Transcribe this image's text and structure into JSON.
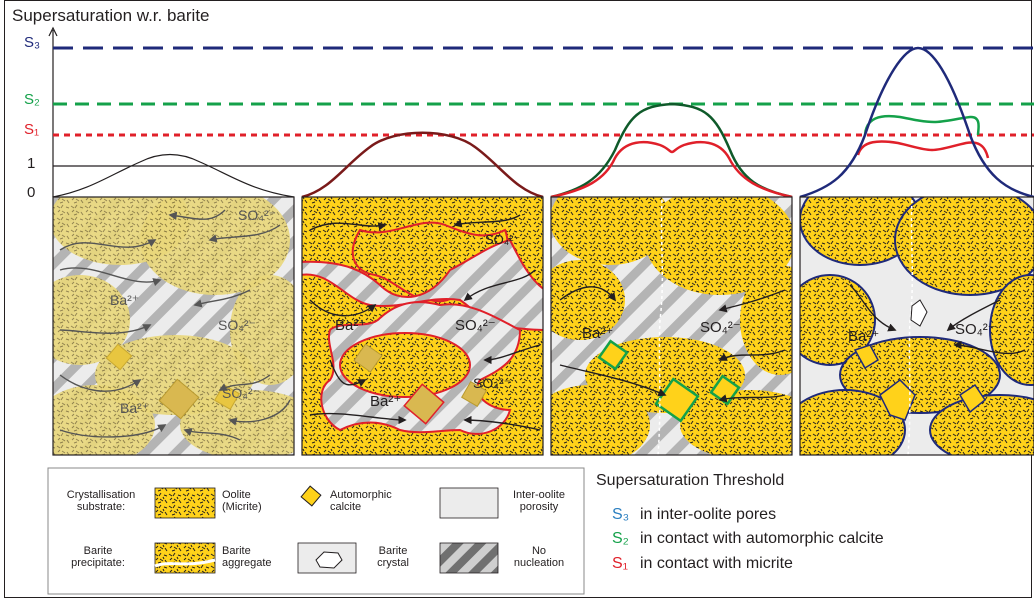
{
  "title": "Supersaturation w.r. barite",
  "axis": {
    "s3": "S₃",
    "s2": "S₂",
    "s1": "S₁",
    "one": "1",
    "zero": "0"
  },
  "ions": {
    "ba": "Ba²⁺",
    "so4": "SO₄²⁻"
  },
  "legend": {
    "crystallisation_substrate": "Crystallisation substrate:",
    "barite_precipitate": "Barite precipitate:",
    "oolite": "Oolite (Micrite)",
    "automorphic_calcite": "Automorphic calcite",
    "inter_oolite_porosity": "Inter-oolite porosity",
    "barite_aggregate": "Barite aggregate",
    "barite_crystal": "Barite crystal",
    "no_nucleation": "No nucleation"
  },
  "threshold": {
    "heading": "Supersaturation Threshold",
    "s3": "S₃",
    "s3_text": "in inter-oolite pores",
    "s2": "S₂",
    "s2_text": "in contact with automorphic calcite",
    "s1": "S₁",
    "s1_text": "in contact with micrite"
  },
  "colors": {
    "s3": "#1f2a7a",
    "s2": "#14a14a",
    "s1": "#e0202a",
    "s3_legend": "#2b7fc0",
    "oolite": "#ffd21a",
    "pale_oolite": "#e9d77a",
    "pore": "#ececec",
    "hatch": "#9a9a9a",
    "dark_red": "#7a1a1a"
  }
}
